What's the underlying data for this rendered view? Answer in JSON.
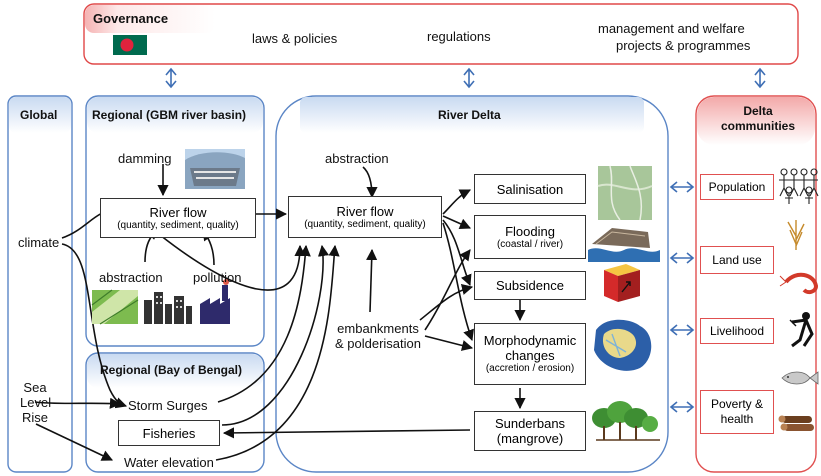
{
  "governance": {
    "title": "Governance",
    "items": [
      "laws & policies",
      "regulations",
      "management and welfare",
      "projects & programmes"
    ],
    "flag": "bangladesh-flag"
  },
  "panels": {
    "global": "Global",
    "regional_gbm": "Regional (GBM river basin)",
    "regional_bay": "Regional (Bay of Bengal)",
    "river_delta": "River Delta",
    "delta_communities": [
      "Delta",
      "communities"
    ]
  },
  "global_items": {
    "climate": "climate",
    "sea_level_rise": [
      "Sea",
      "Level",
      "Rise"
    ]
  },
  "gbm": {
    "damming": "damming",
    "river_flow": "River flow",
    "river_flow_sub": "(quantity, sediment, quality)",
    "abstraction": "abstraction",
    "pollution": "pollution"
  },
  "delta": {
    "abstraction": "abstraction",
    "river_flow": "River flow",
    "river_flow_sub": "(quantity, sediment, quality)",
    "embankments": [
      "embankments",
      "& polderisation"
    ],
    "salinisation": "Salinisation",
    "flooding": "Flooding",
    "flooding_sub": "(coastal / river)",
    "subsidence": "Subsidence",
    "morpho": [
      "Morphodynamic",
      "changes"
    ],
    "morpho_sub": "(accretion / erosion)",
    "sunderbans": [
      "Sunderbans",
      "(mangrove)"
    ]
  },
  "bay": {
    "storm_surges": "Storm Surges",
    "fisheries": "Fisheries",
    "water_elevation": "Water elevation"
  },
  "communities": {
    "population": "Population",
    "land_use": "Land use",
    "livelihood": "Livelihood",
    "poverty": [
      "Poverty &",
      "health"
    ]
  },
  "colors": {
    "governance_border": "#e04848",
    "panel_blue_border": "#5b86c6",
    "panel_blue_fill": "#dde8f6",
    "panel_red_border": "#e05050",
    "panel_red_fill": "#f7c9c9",
    "arrow_blue": "#3f6fb5"
  }
}
